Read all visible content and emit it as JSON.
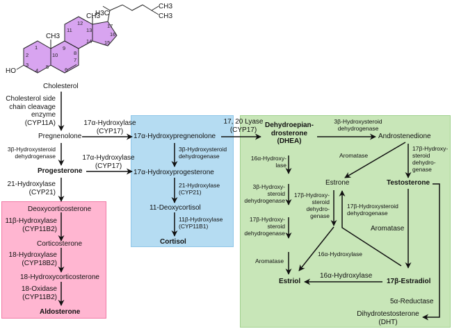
{
  "title": "Steroid hormone biosynthesis pathway",
  "colors": {
    "mineralocorticoid_box": "#ffb6d1",
    "glucocorticoid_box": "#b5dcf2",
    "sex_steroid_box": "#c8e6b8"
  },
  "cholesterol_structure": {
    "label": "Cholesterol",
    "groups": {
      "hydroxyl": "HO",
      "methyl_c10": "CH3",
      "methyl_c13": "CH3",
      "methyl_side": "H3C",
      "terminal_1": "CH3",
      "terminal_2": "CH3"
    },
    "ring_numbers": [
      "1",
      "2",
      "3",
      "4",
      "5",
      "6",
      "7",
      "8",
      "9",
      "10",
      "11",
      "12",
      "13",
      "14",
      "15",
      "16",
      "17"
    ]
  },
  "compounds": {
    "pregnenolone": "Pregnenolone",
    "progesterone": "Progesterone",
    "deoxycorticosterone": "Deoxycorticosterone",
    "corticosterone": "Corticosterone",
    "hydroxycorticosterone": "18-Hydroxycorticosterone",
    "aldosterone": "Aldosterone",
    "hydroxypregnenolone": "17α-Hydroxypregnenolone",
    "hydroxyprogesterone": "17α-Hydroxyprogesterone",
    "deoxycortisol": "11-Deoxycortisol",
    "cortisol": "Cortisol",
    "dhea_1": "Dehydroepian-",
    "dhea_2": "drosterone",
    "dhea_3": "(DHEA)",
    "androstenedione": "Androstenedione",
    "testosterone": "Testosterone",
    "estrone": "Estrone",
    "estriol": "Estriol",
    "estradiol": "17β-Estradiol",
    "dht_1": "Dihydrotestosterone",
    "dht_2": "(DHT)"
  },
  "enzymes": {
    "scc": [
      "Cholesterol side",
      "chain cleavage",
      "enzyme",
      "(CYP11A)"
    ],
    "hsd3b_preg": [
      "3β-Hydroxysteroid",
      "dehydrogenase"
    ],
    "cyp21_prog": [
      "21-Hydroxylase",
      "(CYP21)"
    ],
    "cyp11b2_a": [
      "11β-Hydroxylase",
      "(CYP11B2)"
    ],
    "cyp18b2": [
      "18-Hydroxylase",
      "(CYP18B2)"
    ],
    "oxidase": [
      "18-Oxidase",
      "(CYP11B2)"
    ],
    "cyp17_top": [
      "17α-Hydroxylase",
      "(CYP17)"
    ],
    "cyp17_mid": [
      "17α-Hydroxylase",
      "(CYP17)"
    ],
    "hsd3b_blue": [
      "3β-Hydroxysteroid",
      "dehydrogenase"
    ],
    "cyp21_blue": [
      "21-Hydroxylase",
      "(CYP21)"
    ],
    "cyp11b1": [
      "11β-Hydroxylase",
      "(CYP11B1)"
    ],
    "lyase": [
      "17, 20 Lyase",
      "(CYP17)"
    ],
    "hsd3b_green": [
      "3β-Hydroxysteroid",
      "dehydrogenase"
    ],
    "hydroxylase16_dhea": [
      "16α-Hydroxy-",
      "lase"
    ],
    "aromatase_andro": "Aromatase",
    "hsd17b_andro": [
      "17β-Hydroxy-",
      "steroid",
      "dehydro-",
      "genase"
    ],
    "hsd3b_left": [
      "3β-Hydroxy-",
      "steroid",
      "dehydrogenase"
    ],
    "hsd17b_left": [
      "17β-Hydroxy-",
      "steroid",
      "dehydrogenase"
    ],
    "hsd17b_estrone": [
      "17β-Hydroxy-",
      "steroid",
      "dehydro-",
      "genase"
    ],
    "hsd17b_estradiol": [
      "17β-Hydroxysteroid",
      "dehydrogenase"
    ],
    "aromatase_testo": "Aromatase",
    "aromatase_left": "Aromatase",
    "hydroxylase16_estrone": "16α-Hydroxylase",
    "hydroxylase16_estradiol": "16α-Hydroxylase",
    "reductase": "5α-Reductase"
  }
}
